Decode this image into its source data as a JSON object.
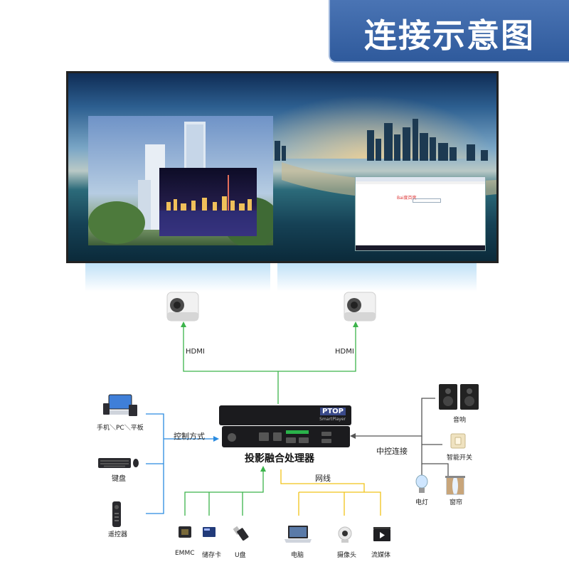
{
  "header": {
    "title": "连接示意图"
  },
  "screen": {
    "browser_logo": "Bai度百度"
  },
  "links": {
    "hdmi_left": "HDMI",
    "hdmi_right": "HDMI",
    "control_method": "控制方式",
    "central_control": "中控连接",
    "network_cable": "网线"
  },
  "processor": {
    "name": "投影融合处理器",
    "brand": "PTOP",
    "model": "SmartPlayer"
  },
  "controls": [
    {
      "label": "手机＼PC＼平板",
      "icon": "laptop-tablet-phone-icon"
    },
    {
      "label": "键盘",
      "icon": "keyboard-icon"
    },
    {
      "label": "遥控器",
      "icon": "remote-control-icon"
    }
  ],
  "storage": [
    {
      "label": "EMMC",
      "icon": "emmc-chip-icon"
    },
    {
      "label": "储存卡",
      "icon": "memory-card-icon"
    },
    {
      "label": "U盘",
      "icon": "usb-drive-icon"
    }
  ],
  "network_devices": [
    {
      "label": "电脑",
      "icon": "laptop-icon"
    },
    {
      "label": "摄像头",
      "icon": "camera-icon"
    },
    {
      "label": "流媒体",
      "icon": "streaming-media-icon"
    }
  ],
  "central_devices": [
    {
      "label": "音响",
      "icon": "speaker-icon"
    },
    {
      "label": "智能开关",
      "icon": "smart-switch-icon"
    },
    {
      "label": "电灯",
      "icon": "light-bulb-icon"
    },
    {
      "label": "窗帘",
      "icon": "curtain-icon"
    }
  ],
  "colors": {
    "title_bg": "#3a66a8",
    "hdmi_wire": "#3cb44b",
    "control_wire": "#2a8be0",
    "network_wire": "#f0c419",
    "central_wire": "#555555"
  }
}
